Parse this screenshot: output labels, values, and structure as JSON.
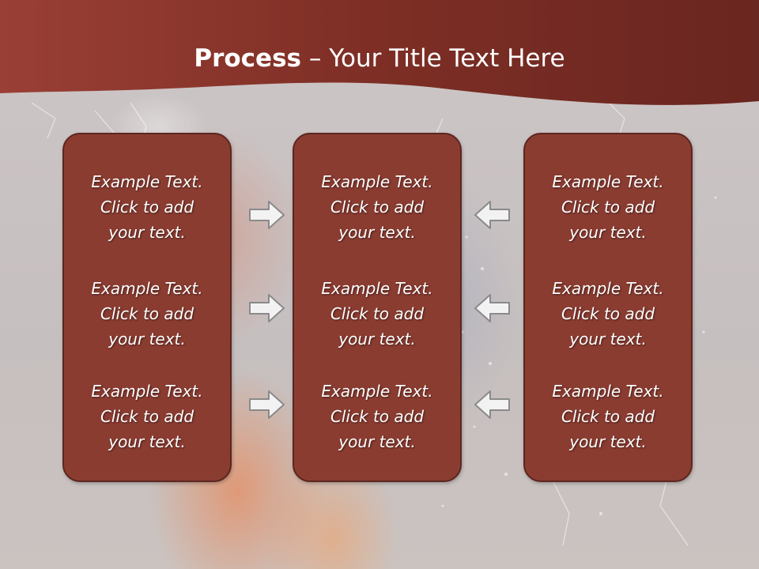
{
  "slide": {
    "title_bold": "Process",
    "title_rest": " – Your Title Text Here"
  },
  "columns": [
    {
      "items": [
        {
          "line1": "Example Text.",
          "line2": "Click  to add",
          "line3": "your text."
        },
        {
          "line1": "Example Text.",
          "line2": "Click  to add",
          "line3": "your text."
        },
        {
          "line1": "Example Text.",
          "line2": "Click  to add",
          "line3": "your text."
        }
      ]
    },
    {
      "items": [
        {
          "line1": "Example Text.",
          "line2": "Click  to add",
          "line3": "your text."
        },
        {
          "line1": "Example Text.",
          "line2": "Click  to add",
          "line3": "your text."
        },
        {
          "line1": "Example Text.",
          "line2": "Click  to add",
          "line3": "your text."
        }
      ]
    },
    {
      "items": [
        {
          "line1": "Example Text.",
          "line2": "Click  to add",
          "line3": "your text."
        },
        {
          "line1": "Example Text.",
          "line2": "Click  to add",
          "line3": "your text."
        },
        {
          "line1": "Example Text.",
          "line2": "Click  to add",
          "line3": "your text."
        }
      ]
    }
  ],
  "arrows": {
    "left_group": "right-arrow-icon",
    "right_group": "left-arrow-icon"
  },
  "colors": {
    "header": "#7a2c22",
    "panel": "#8b3c31",
    "panel_border": "#5c2620",
    "arrow_fill": "#f2f2f2",
    "arrow_stroke": "#8a8a8a"
  }
}
